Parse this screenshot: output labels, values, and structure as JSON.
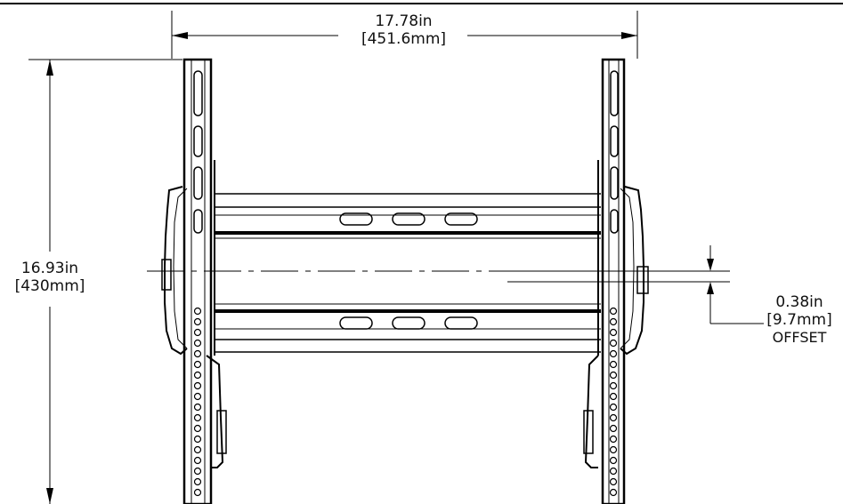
{
  "dimensions": {
    "width": {
      "imperial": "17.78in",
      "metric": "451.6mm"
    },
    "height": {
      "imperial": "16.93in",
      "metric": "430mm"
    },
    "offset": {
      "imperial": "0.38in",
      "metric": "9.7mm",
      "label": "OFFSET"
    }
  },
  "colors": {
    "line": "#000000",
    "background": "#ffffff"
  }
}
